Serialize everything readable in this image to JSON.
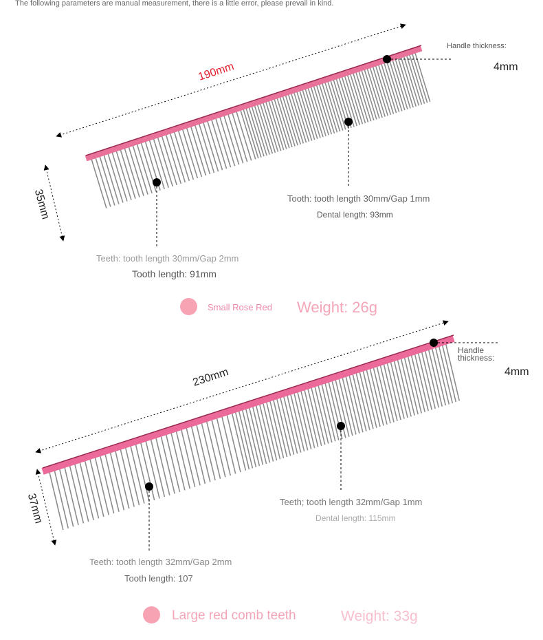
{
  "note": "The following parameters are manual measurement, there is a little error, please prevail in kind.",
  "colors": {
    "spine": "#e8729a",
    "spine_dark": "#9a2a50",
    "teeth": "#8c8c8c",
    "swatch": "#f7a3b4",
    "accent_red": "#e0202e"
  },
  "small_comb": {
    "length": "190mm",
    "height": "35mm",
    "handle_label": "Handle thickness:",
    "handle_value": "4mm",
    "fine_teeth_line1": "Tooth: tooth length 30mm/Gap 1mm",
    "fine_teeth_line2": "Dental length: 93mm",
    "wide_teeth_line1": "Teeth: tooth length 30mm/Gap 2mm",
    "wide_teeth_line2": "Tooth length: 91mm",
    "color_name": "Small Rose Red",
    "weight": "Weight: 26g"
  },
  "large_comb": {
    "length": "230mm",
    "height": "37mm",
    "handle_label_1": "Handle",
    "handle_label_2": "thickness:",
    "handle_value": "4mm",
    "fine_teeth_line1": "Teeth; tooth length 32mm/Gap 1mm",
    "fine_teeth_line2": "Dental length: 115mm",
    "wide_teeth_line1": "Teeth: tooth length 32mm/Gap 2mm",
    "wide_teeth_line2": "Tooth length: 107",
    "color_name": "Large red comb teeth",
    "weight": "Weight: 33g"
  }
}
